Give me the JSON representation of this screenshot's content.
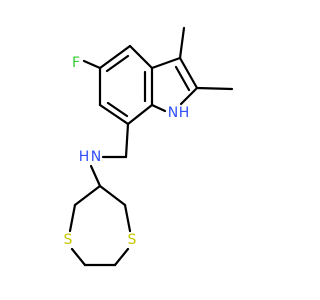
{
  "colors": {
    "background": "#ffffff",
    "bond": "#000000",
    "F": "#33cc33",
    "N": "#3050f8",
    "S": "#c6c600"
  },
  "atoms": {
    "fluorine": {
      "symbol": "F"
    },
    "indole_nh_n": {
      "symbol": "N"
    },
    "indole_nh_h": {
      "symbol": "H"
    },
    "amine_nh_h": {
      "symbol": "H"
    },
    "amine_nh_n": {
      "symbol": "N"
    },
    "sulfur_left": {
      "symbol": "S"
    },
    "sulfur_right": {
      "symbol": "S"
    }
  }
}
